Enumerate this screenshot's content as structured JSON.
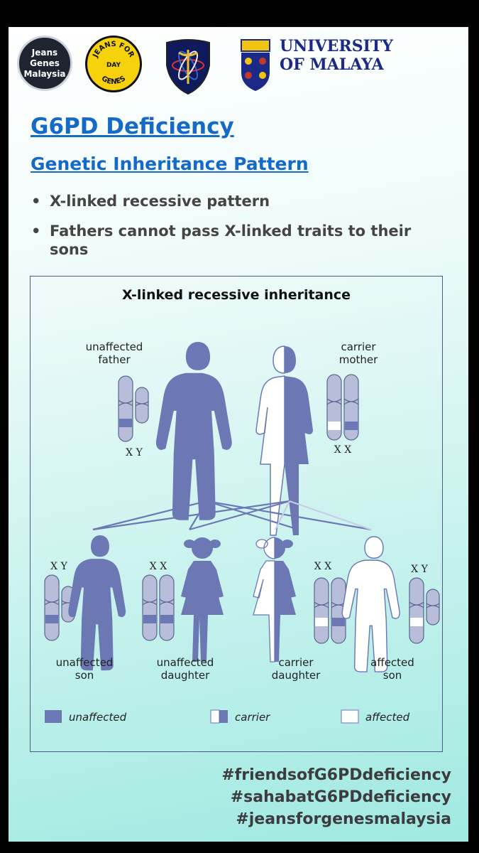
{
  "logos": {
    "jeans_genes_malaysia": "Jeans\nGenes\nMalaysia",
    "jeans_for_genes": {
      "top": "JEANS FOR",
      "middle": "DAY",
      "bottom": "GENES"
    },
    "university": "UNIVERSITY\nOF MALAYA"
  },
  "heading": {
    "title": "G6PD Deficiency",
    "subtitle": "Genetic Inheritance Pattern"
  },
  "bullets": [
    "X-linked recessive pattern",
    "Fathers cannot pass X-linked traits to their sons"
  ],
  "diagram": {
    "title": "X-linked recessive inheritance",
    "parents": {
      "father": {
        "line1": "unaffected",
        "line2": "father",
        "chromosomes": "X Y"
      },
      "mother": {
        "line1": "carrier",
        "line2": "mother",
        "chromosomes": "X X"
      }
    },
    "children": [
      {
        "line1": "unaffected",
        "line2": "son",
        "chromosomes": "X Y"
      },
      {
        "line1": "unaffected",
        "line2": "daughter",
        "chromosomes": "X X"
      },
      {
        "line1": "carrier",
        "line2": "daughter",
        "chromosomes": "X X"
      },
      {
        "line1": "affected",
        "line2": "son",
        "chromosomes": "X Y"
      }
    ],
    "legend": [
      "unaffected",
      "carrier",
      "affected"
    ]
  },
  "hashtags": [
    "#friendsofG6PDdeficiency",
    "#sahabatG6PDdeficiency",
    "#jeansforgenesmalaysia"
  ],
  "colors": {
    "fill": "#6b78b4",
    "band_light": "#b8bdd9",
    "heading": "#1569c7"
  }
}
